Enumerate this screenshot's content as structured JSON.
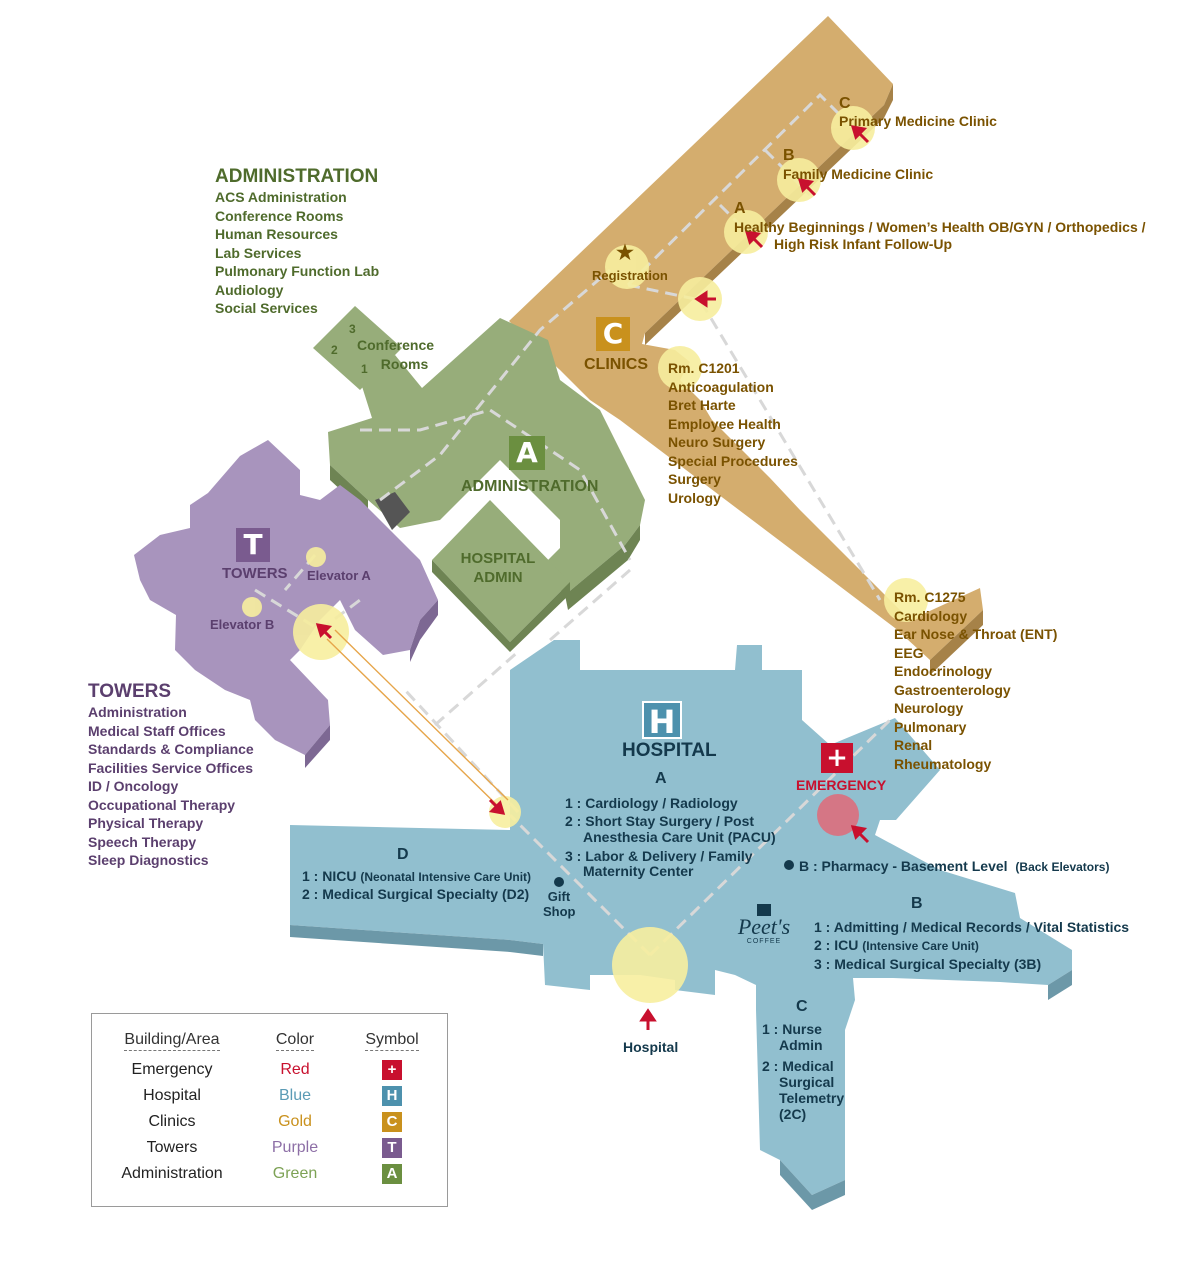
{
  "colors": {
    "emergency": "#c8102e",
    "hospital": "#91bfcf",
    "clinics": "#d4ad6e",
    "towers": "#a894bd",
    "administration": "#97ad7a",
    "highlight": "#f7ee9e"
  },
  "administration": {
    "header": "ADMINISTRATION",
    "items": [
      "ACS Administration",
      "Conference Rooms",
      "Human Resources",
      "Lab Services",
      "Pulmonary Function Lab",
      "Audiology",
      "Social Services"
    ]
  },
  "towers_list": {
    "header": "TOWERS",
    "items": [
      "Administration",
      "Medical Staff Offices",
      "Standards & Compliance",
      "Facilities Service Offices",
      "ID / Oncology",
      "Occupational Therapy",
      "Physical Therapy",
      "Speech Therapy",
      "Sleep Diagnostics"
    ]
  },
  "conference": {
    "label_1": "Conference",
    "label_2": "Rooms",
    "n3": "3",
    "n2": "2",
    "n1": "1"
  },
  "buildings": {
    "clinics": {
      "symbol": "C",
      "label": "CLINICS"
    },
    "administration": {
      "symbol": "A",
      "label": "ADMINISTRATION"
    },
    "towers": {
      "symbol": "T",
      "label": "TOWERS"
    },
    "hospital": {
      "symbol": "H",
      "label": "HOSPITAL"
    },
    "hospital_admin": {
      "label_1": "HOSPITAL",
      "label_2": "ADMIN"
    },
    "emergency": {
      "symbol": "+",
      "label": "EMERGENCY"
    }
  },
  "clinics_entrances": {
    "c": {
      "letter": "C",
      "name": "Primary Medicine Clinic"
    },
    "b": {
      "letter": "B",
      "name": "Family Medicine Clinic"
    },
    "a": {
      "letter": "A",
      "name_1": "Healthy Beginnings / Women’s Health OB/GYN / Orthopedics /",
      "name_2": "High Risk Infant Follow-Up"
    },
    "registration": {
      "icon": "★",
      "label": "Registration"
    }
  },
  "room_c1201": {
    "room": "Rm. C1201",
    "items": [
      "Anticoagulation",
      "Bret Harte",
      "Employee Health",
      "Neuro Surgery",
      "Special Procedures",
      "Surgery",
      "Urology"
    ]
  },
  "room_c1275": {
    "room": "Rm. C1275",
    "items": [
      "Cardiology",
      "Ear Nose & Throat (ENT)",
      "EEG",
      "Endocrinology",
      "Gastroenterology",
      "Neurology",
      "Pulmonary",
      "Renal",
      "Rheumatology"
    ]
  },
  "elevators": {
    "a": "Elevator A",
    "b": "Elevator B"
  },
  "hospital_a": {
    "letter": "A",
    "f1": "1 : Cardiology / Radiology",
    "f2_1": "2 : Short Stay Surgery / Post",
    "f2_2": "Anesthesia Care Unit (PACU)",
    "f3_1": "3 : Labor & Delivery / Family",
    "f3_2": "Maternity Center"
  },
  "hospital_d": {
    "letter": "D",
    "f1_main": "1 : NICU",
    "f1_note": "(Neonatal Intensive Care Unit)",
    "f2": "2 : Medical Surgical Specialty (D2)"
  },
  "hospital_b": {
    "letter": "B",
    "basement_main": "B : Pharmacy - Basement Level",
    "basement_note": "(Back Elevators)",
    "f1": "1 : Admitting / Medical Records / Vital Statistics",
    "f2_main": "2 : ICU",
    "f2_note": "(Intensive Care Unit)",
    "f3": "3 : Medical Surgical Specialty (3B)"
  },
  "hospital_c": {
    "letter": "C",
    "f1_1": "1 : Nurse",
    "f1_2": "Admin",
    "f2_1": "2 : Medical",
    "f2_2": "Surgical",
    "f2_3": "Telemetry",
    "f2_4": "(2C)"
  },
  "gift_shop": {
    "line1": "Gift",
    "line2": "Shop"
  },
  "peets": {
    "name": "Peet's",
    "sub": "COFFEE"
  },
  "hospital_entrance": "Hospital",
  "legend": {
    "col_building": "Building/Area",
    "col_color": "Color",
    "col_symbol": "Symbol",
    "rows": [
      {
        "name": "Emergency",
        "color_name": "Red",
        "symbol": "+",
        "hex": "#c8102e"
      },
      {
        "name": "Hospital",
        "color_name": "Blue",
        "symbol": "H",
        "hex": "#4d91ad"
      },
      {
        "name": "Clinics",
        "color_name": "Gold",
        "symbol": "C",
        "hex": "#c9911d"
      },
      {
        "name": "Towers",
        "color_name": "Purple",
        "symbol": "T",
        "hex": "#7a5b8f"
      },
      {
        "name": "Administration",
        "color_name": "Green",
        "symbol": "A",
        "hex": "#6b8f40"
      }
    ]
  }
}
